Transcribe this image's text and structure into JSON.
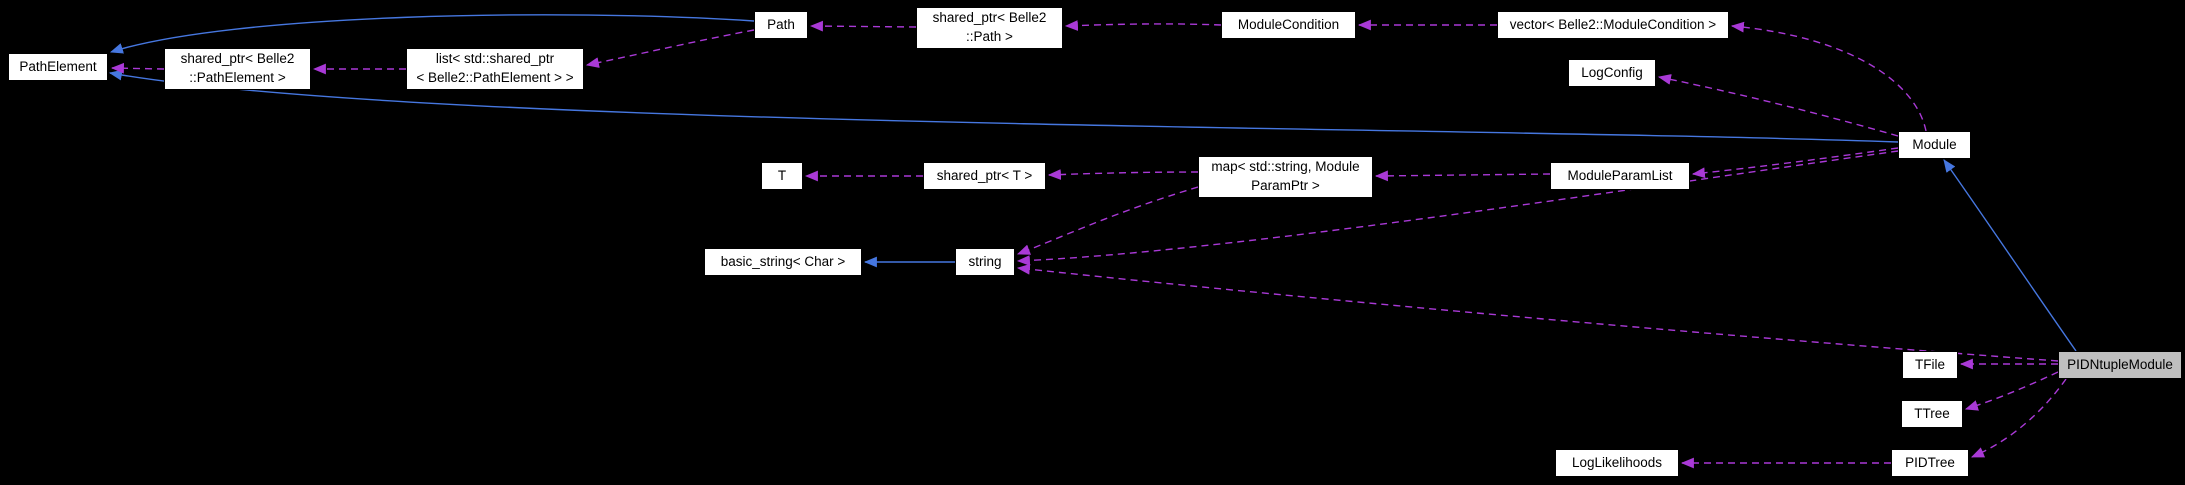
{
  "diagram": {
    "kind": "class-collaboration-graph",
    "focus_node": "PIDNtupleModule",
    "colors": {
      "background": "#000000",
      "node_fill": "#ffffff",
      "focus_node_fill": "#bfbfbf",
      "inheritance_edge": "#4677e0",
      "usage_edge": "#a939d6"
    },
    "nodes": {
      "pathelement": {
        "label": "PathElement"
      },
      "shared_ptr_pathelement": {
        "label": "shared_ptr< Belle2\n::PathElement >"
      },
      "list_shared_ptr_pathelement": {
        "label": "list< std::shared_ptr\n< Belle2::PathElement > >"
      },
      "path": {
        "label": "Path"
      },
      "shared_ptr_path": {
        "label": "shared_ptr< Belle2\n::Path >"
      },
      "modulecondition": {
        "label": "ModuleCondition"
      },
      "vector_modulecondition": {
        "label": "vector< Belle2::ModuleCondition >"
      },
      "logconfig": {
        "label": "LogConfig"
      },
      "module": {
        "label": "Module"
      },
      "t": {
        "label": "T"
      },
      "shared_ptr_t": {
        "label": "shared_ptr< T >"
      },
      "map_moduleparamptr": {
        "label": "map< std::string, Module\nParamPtr >"
      },
      "moduleparamlist": {
        "label": "ModuleParamList"
      },
      "basic_string_char": {
        "label": "basic_string< Char >"
      },
      "string": {
        "label": "string"
      },
      "tfile": {
        "label": "TFile"
      },
      "ttree": {
        "label": "TTree"
      },
      "loglikelihoods": {
        "label": "LogLikelihoods"
      },
      "pidtree": {
        "label": "PIDTree"
      },
      "pidntuplemodule": {
        "label": "PIDNtupleModule"
      }
    },
    "edges": [
      {
        "from": "Path",
        "to": "PathElement",
        "rel": "inheritance"
      },
      {
        "from": "Module",
        "to": "PathElement",
        "rel": "inheritance"
      },
      {
        "from": "PIDNtupleModule",
        "to": "Module",
        "rel": "inheritance"
      },
      {
        "from": "string",
        "to": "basic_string< Char >",
        "rel": "inheritance"
      },
      {
        "from": "shared_ptr< Belle2::PathElement >",
        "to": "PathElement",
        "rel": "usage"
      },
      {
        "from": "list< std::shared_ptr< Belle2::PathElement > >",
        "to": "shared_ptr< Belle2::PathElement >",
        "rel": "usage"
      },
      {
        "from": "Path",
        "to": "list< std::shared_ptr< Belle2::PathElement > >",
        "rel": "usage"
      },
      {
        "from": "shared_ptr< Belle2::Path >",
        "to": "Path",
        "rel": "usage"
      },
      {
        "from": "ModuleCondition",
        "to": "shared_ptr< Belle2::Path >",
        "rel": "usage"
      },
      {
        "from": "vector< Belle2::ModuleCondition >",
        "to": "ModuleCondition",
        "rel": "usage"
      },
      {
        "from": "Module",
        "to": "vector< Belle2::ModuleCondition >",
        "rel": "usage"
      },
      {
        "from": "Module",
        "to": "LogConfig",
        "rel": "usage"
      },
      {
        "from": "shared_ptr< T >",
        "to": "T",
        "rel": "usage"
      },
      {
        "from": "map< std::string, ModuleParamPtr >",
        "to": "shared_ptr< T >",
        "rel": "usage"
      },
      {
        "from": "ModuleParamList",
        "to": "map< std::string, ModuleParamPtr >",
        "rel": "usage"
      },
      {
        "from": "Module",
        "to": "ModuleParamList",
        "rel": "usage"
      },
      {
        "from": "map< std::string, ModuleParamPtr >",
        "to": "string",
        "rel": "usage"
      },
      {
        "from": "Module",
        "to": "string",
        "rel": "usage"
      },
      {
        "from": "PIDNtupleModule",
        "to": "string",
        "rel": "usage"
      },
      {
        "from": "PIDNtupleModule",
        "to": "TFile",
        "rel": "usage"
      },
      {
        "from": "PIDNtupleModule",
        "to": "TTree",
        "rel": "usage"
      },
      {
        "from": "PIDNtupleModule",
        "to": "PIDTree",
        "rel": "usage"
      },
      {
        "from": "PIDTree",
        "to": "LogLikelihoods",
        "rel": "usage"
      }
    ]
  }
}
